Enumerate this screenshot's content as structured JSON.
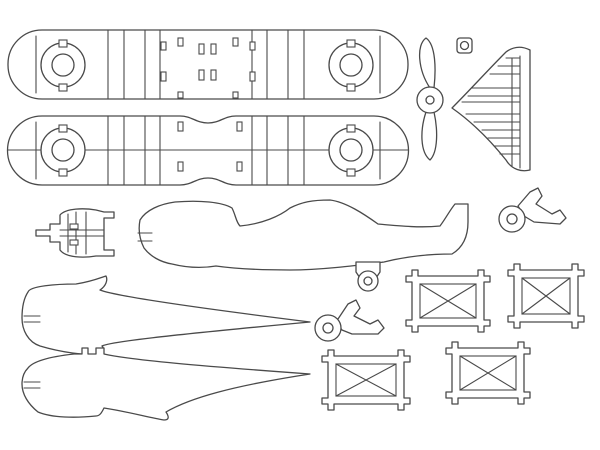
{
  "colors": {
    "line": "#4a4a4a",
    "background": "#ffffff"
  },
  "parts": [
    "upper-wing",
    "lower-wing",
    "propeller",
    "propeller-hub-disc",
    "tailplane",
    "fuselage",
    "engine-cowl",
    "landing-gear-right",
    "landing-gear-left",
    "tail-wheel",
    "fuselage-side-top",
    "fuselage-side-bottom",
    "strut-frame-1",
    "strut-frame-2",
    "strut-frame-3",
    "strut-frame-4"
  ]
}
